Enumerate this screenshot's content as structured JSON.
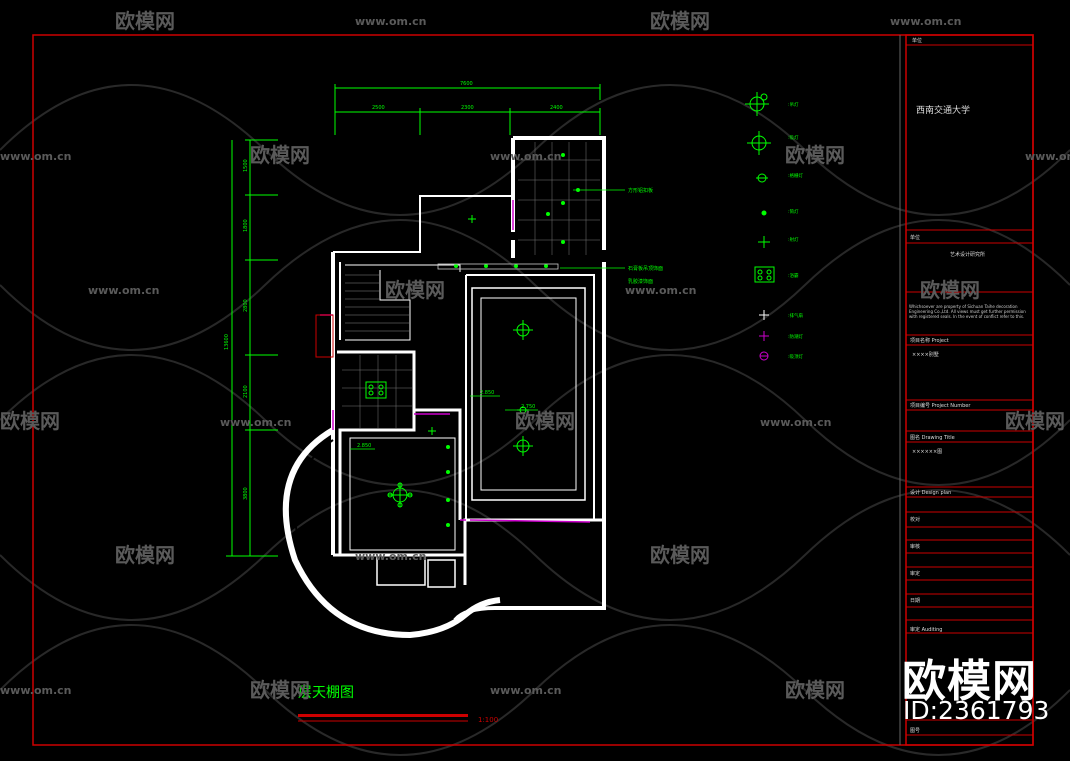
{
  "drawing": {
    "title": "层天棚图",
    "scale": "1:100",
    "dims_top_total": "7600",
    "dims_top": [
      "2500",
      "2300",
      "2400"
    ],
    "dims_left_total": "13600",
    "dims_left": [
      "1500",
      "1800",
      "2800",
      "2100",
      "3800"
    ],
    "elevations": [
      "2.850",
      "2.850",
      "2.750"
    ],
    "notes": [
      "方形铝扣板",
      "石膏板吊顶饰面",
      "乳胶漆饰面"
    ],
    "legend": [
      {
        "label": ":吊灯",
        "icon": "chandelier-icon"
      },
      {
        "label": ":吸灯",
        "icon": "ceiling-lamp-icon"
      },
      {
        "label": ":格栅灯",
        "icon": "grille-lamp-icon"
      },
      {
        "label": ":筒灯",
        "icon": "downlight-icon"
      },
      {
        "label": ":射灯",
        "icon": "spotlight-icon"
      },
      {
        "label": ":浴霸",
        "icon": "bath-heater-icon"
      },
      {
        "label": ":排气扇",
        "icon": "exhaust-fan-icon"
      },
      {
        "label": ":防潮灯",
        "icon": "moisture-lamp-icon"
      },
      {
        "label": ":吸顶灯",
        "icon": "ceiling-light-icon"
      }
    ]
  },
  "title_block": {
    "university": "西南交通大学",
    "unit_label": "单位",
    "designer": "艺术设计研究所",
    "english_note": "Whichsoever are property of Sichuan Taihe decoration Engineering Co.,Ltd. All views must get further permission with registered seals. In the event of conflict refer to this.",
    "project_label": "项目名称  Project",
    "project_value": "××××别墅",
    "project_number_label": "项目编号  Project Number",
    "drawing_title_label": "图名  Drawing Title",
    "drawing_title_value": "××××××图",
    "design_label": "设计  Design plan",
    "check_label": "校对",
    "audit_label": "审核",
    "approve_label": "审定",
    "auditing_label": "审定  Auditing",
    "date_label": "日期",
    "sheet_label": "图号"
  },
  "watermark": {
    "brand": "欧模网",
    "site": "www.om.cn",
    "id_text": "ID:2361793"
  },
  "colors": {
    "background": "#000000",
    "wall": "#ffffff",
    "frame": "#cc0000",
    "dimension": "#00ff00",
    "light": "#00ff00",
    "door": "#cc00cc",
    "text": "#dddddd"
  }
}
